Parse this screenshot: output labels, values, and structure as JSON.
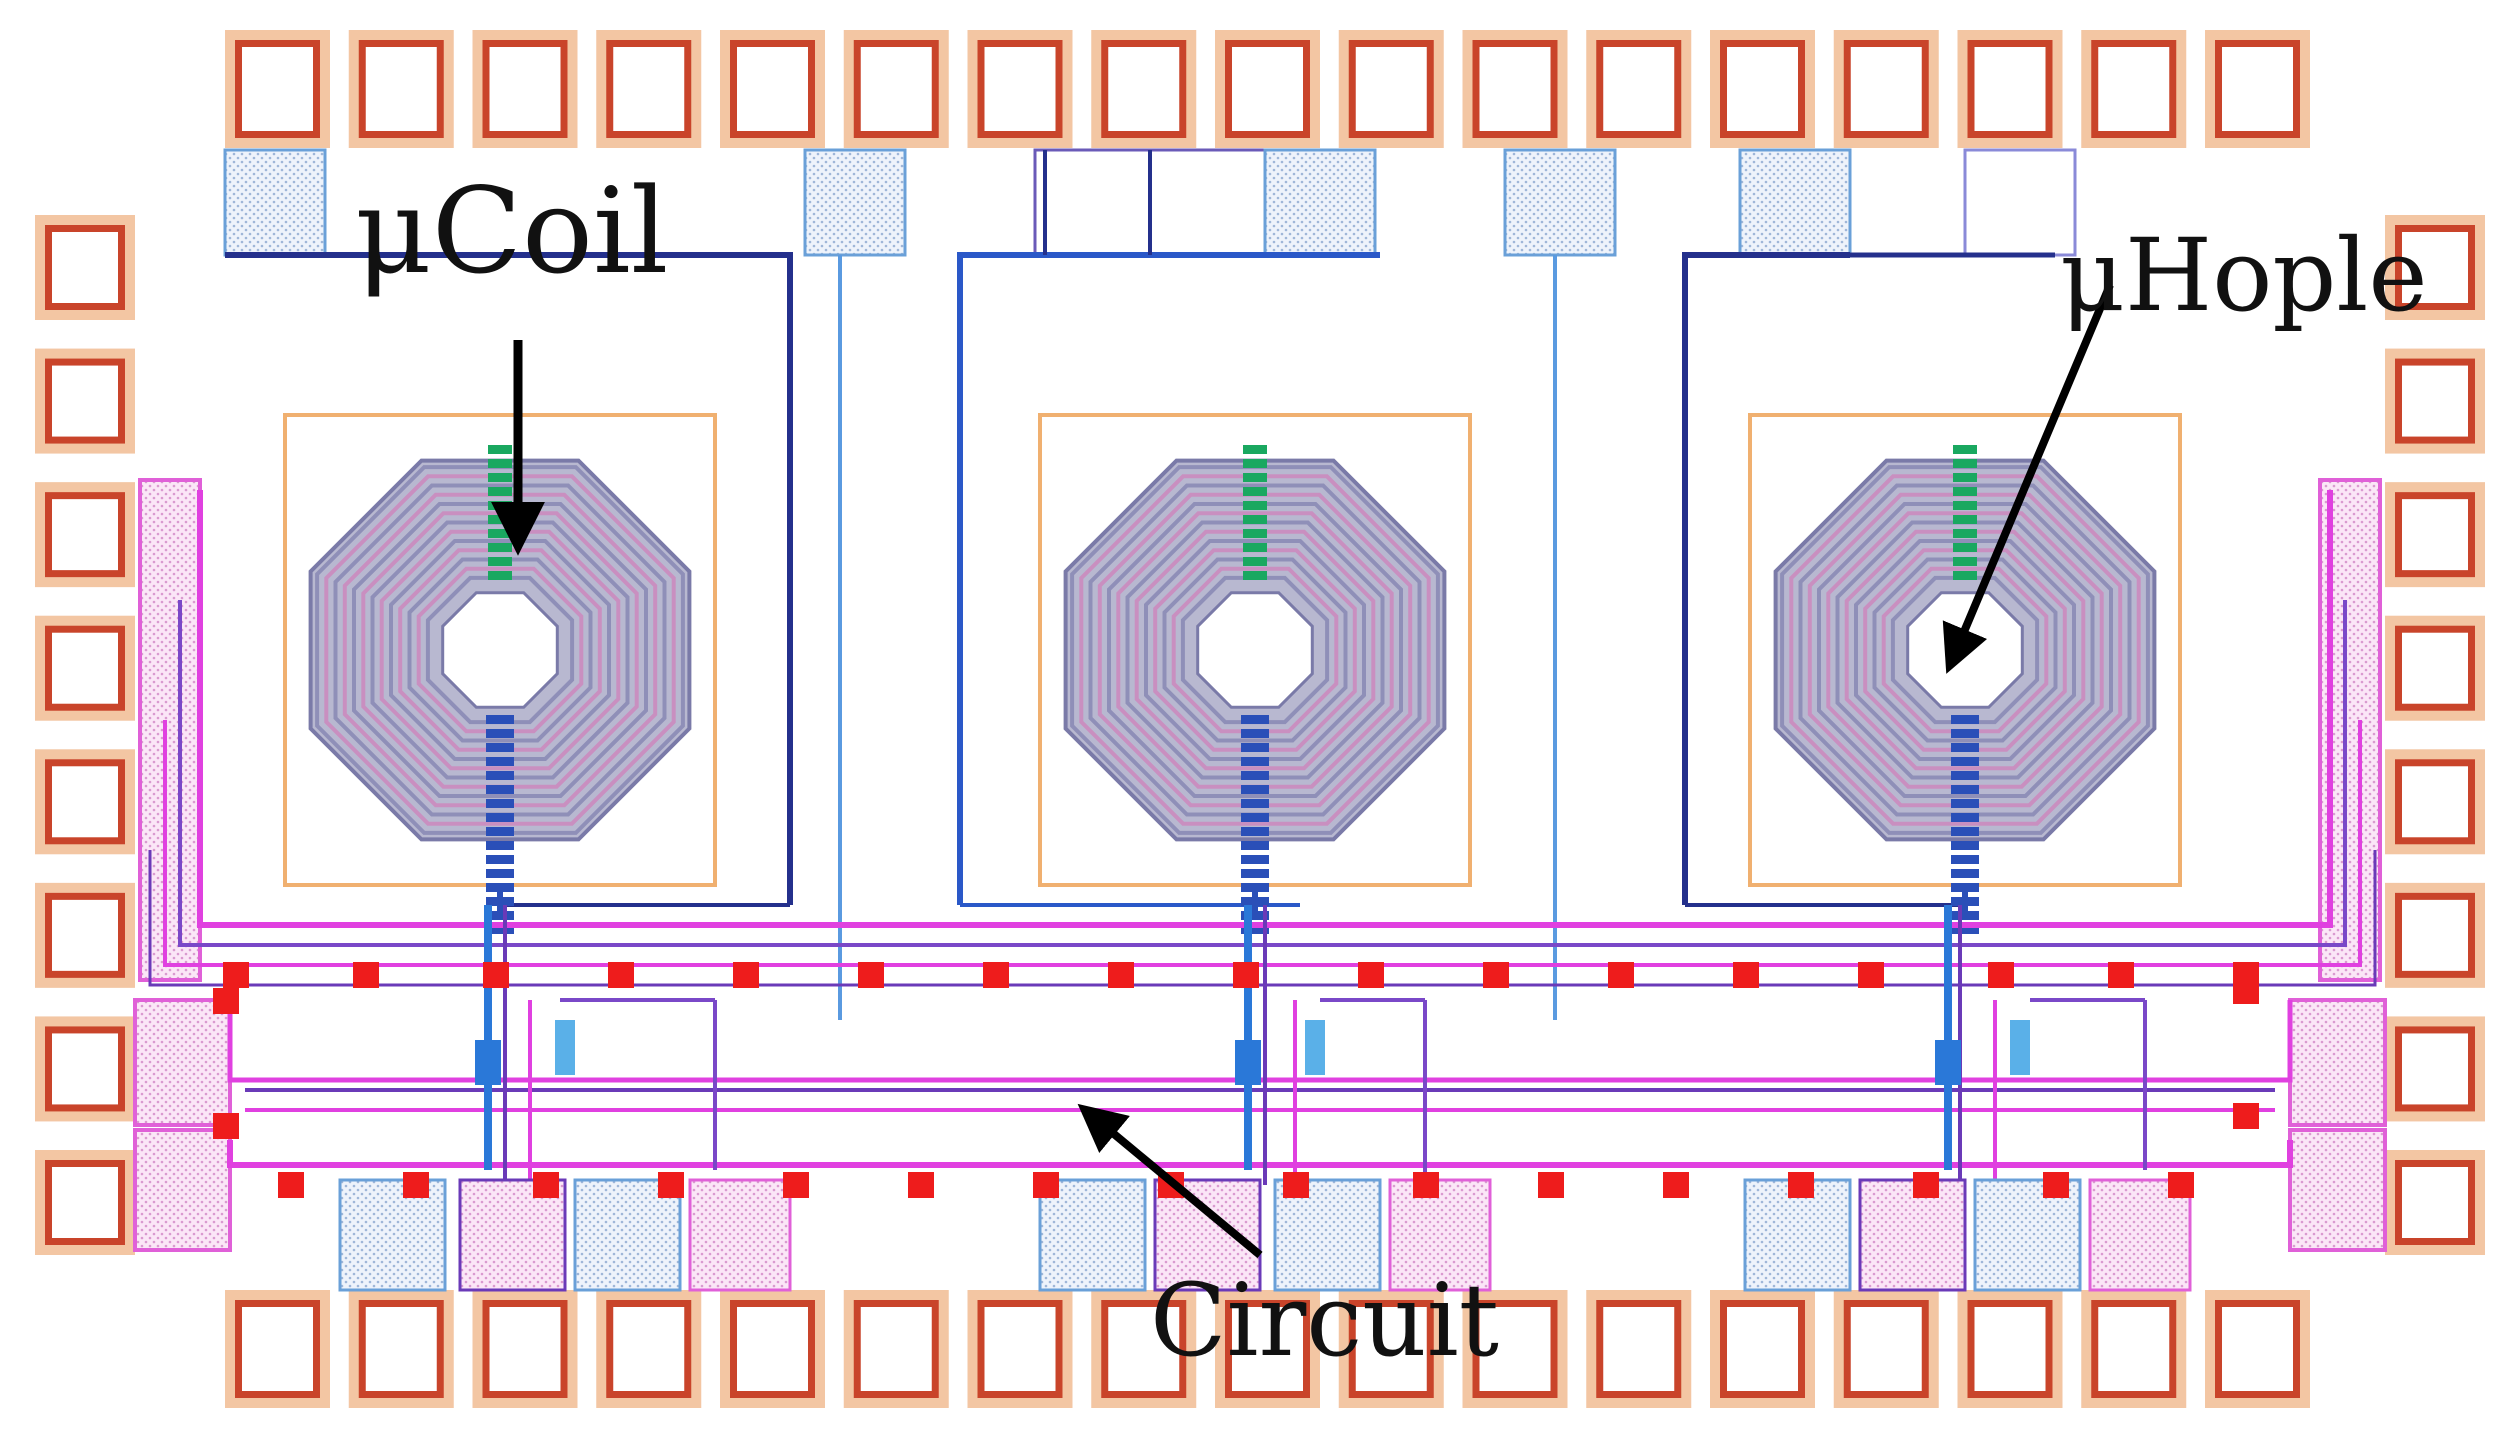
{
  "labels": {
    "coil": "μCoil",
    "hole": "μHople",
    "circuit": "Circuit"
  },
  "pads": {
    "top_count": 17,
    "bottom_count": 17,
    "left_count": 8,
    "right_count": 8
  },
  "coils": {
    "count": 3,
    "turns": 7
  },
  "colors": {
    "background": "#ffffff",
    "pad_outer": "#f3c6a3",
    "pad_inner": "#c9442a",
    "pad_fill": "#ffffff",
    "coil_frame": "#f0b070",
    "coil_metal": "#8f8fb8",
    "coil_metal_alt": "#c98fc0",
    "via_green": "#1aa860",
    "via_blue": "#2a4fb8",
    "route_magenta": "#e040e0",
    "route_purple": "#6a3ab8",
    "route_navy": "#24308c",
    "route_blue": "#2a78d8",
    "contact_red": "#ee1c1c",
    "cell_dots": "#dfe8f5",
    "cell_pink": "#f4d6f0",
    "arrow": "#000000"
  }
}
